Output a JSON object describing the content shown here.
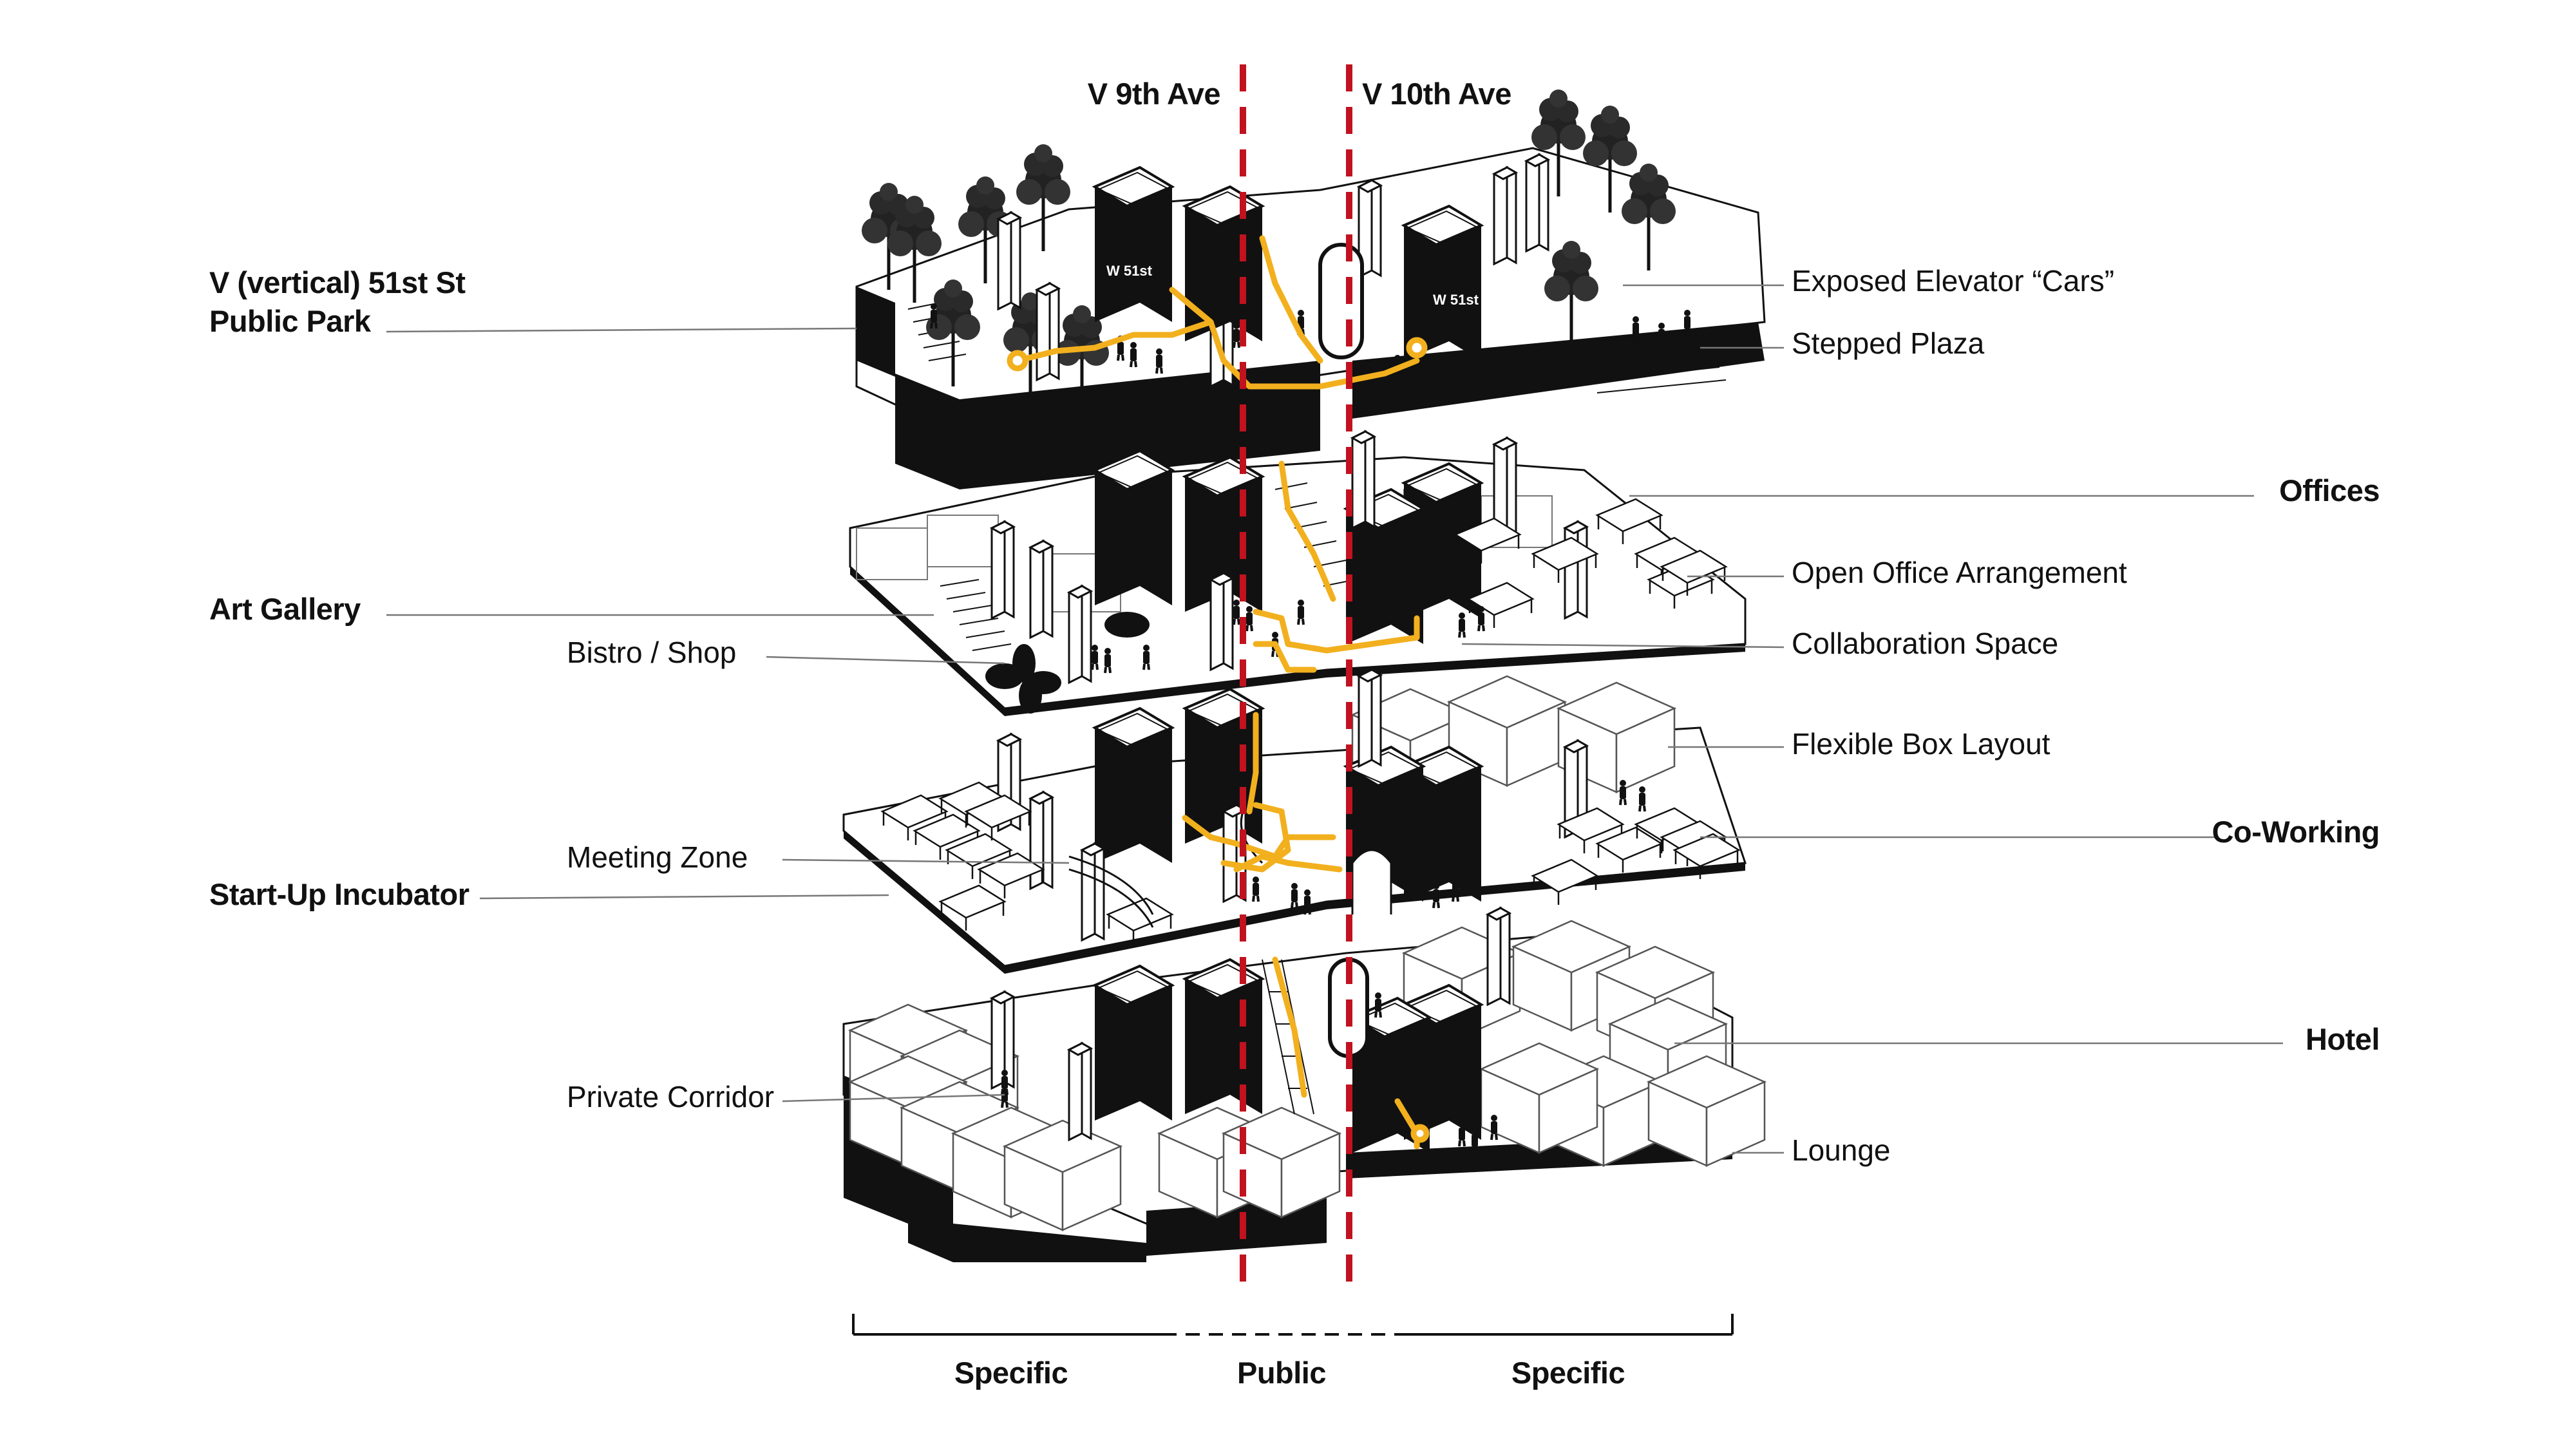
{
  "avenues": {
    "left": "V 9th Ave",
    "right": "V 10th Ave"
  },
  "level_labels": {
    "park_line1": "V (vertical) 51st St",
    "park_line2": "Public Park",
    "art_gallery": "Art Gallery",
    "incubator": "Start-Up Incubator",
    "offices": "Offices",
    "coworking": "Co-Working",
    "hotel": "Hotel"
  },
  "callouts": {
    "elevator_cars": "Exposed Elevator “Cars”",
    "stepped_plaza": "Stepped Plaza",
    "open_office": "Open Office Arrangement",
    "collaboration": "Collaboration Space",
    "bistro": "Bistro / Shop",
    "flexible_box": "Flexible Box Layout",
    "meeting_zone": "Meeting Zone",
    "private_corridor": "Private Corridor",
    "lounge": "Lounge"
  },
  "street_sign": "W 51st",
  "zones": {
    "left": "Specific",
    "center": "Public",
    "right": "Specific"
  },
  "colors": {
    "axis_red": "#c1121f",
    "circulation_yellow": "#f2b01e",
    "ink": "#111111"
  }
}
